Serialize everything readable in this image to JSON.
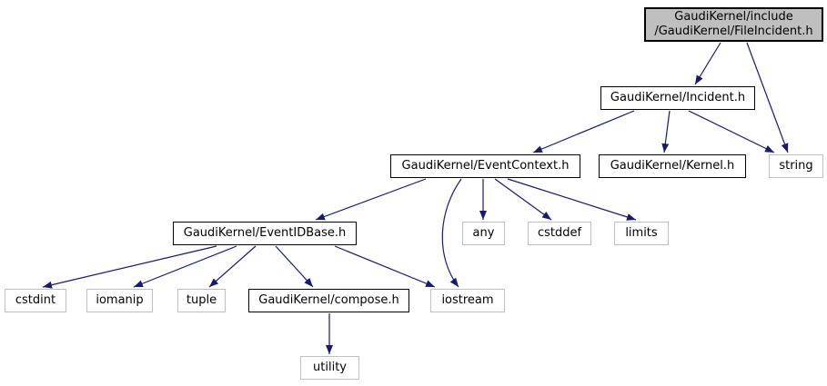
{
  "diagram": {
    "kind": "include-dependency-graph",
    "arrow_color": "#191970",
    "main_node_fill": "#bfbfbf",
    "linked_node_border": "#000000",
    "plain_node_border": "#bfbfbf"
  },
  "nodes": {
    "fileincident": {
      "label": "GaudiKernel/include\n/GaudiKernel/FileIncident.h"
    },
    "incident": {
      "label": "GaudiKernel/Incident.h"
    },
    "eventcontext": {
      "label": "GaudiKernel/EventContext.h"
    },
    "kernel": {
      "label": "GaudiKernel/Kernel.h"
    },
    "string": {
      "label": "string"
    },
    "eventidbase": {
      "label": "GaudiKernel/EventIDBase.h"
    },
    "any": {
      "label": "any"
    },
    "cstddef": {
      "label": "cstddef"
    },
    "limits": {
      "label": "limits"
    },
    "cstdint": {
      "label": "cstdint"
    },
    "iomanip": {
      "label": "iomanip"
    },
    "tuple": {
      "label": "tuple"
    },
    "compose": {
      "label": "GaudiKernel/compose.h"
    },
    "iostream": {
      "label": "iostream"
    },
    "utility": {
      "label": "utility"
    }
  },
  "edges": [
    {
      "from": "GaudiKernel/include/GaudiKernel/FileIncident.h",
      "to": "GaudiKernel/Incident.h"
    },
    {
      "from": "GaudiKernel/include/GaudiKernel/FileIncident.h",
      "to": "string"
    },
    {
      "from": "GaudiKernel/Incident.h",
      "to": "GaudiKernel/EventContext.h"
    },
    {
      "from": "GaudiKernel/Incident.h",
      "to": "GaudiKernel/Kernel.h"
    },
    {
      "from": "GaudiKernel/Incident.h",
      "to": "string"
    },
    {
      "from": "GaudiKernel/EventContext.h",
      "to": "GaudiKernel/EventIDBase.h"
    },
    {
      "from": "GaudiKernel/EventContext.h",
      "to": "any"
    },
    {
      "from": "GaudiKernel/EventContext.h",
      "to": "cstddef"
    },
    {
      "from": "GaudiKernel/EventContext.h",
      "to": "limits"
    },
    {
      "from": "GaudiKernel/EventContext.h",
      "to": "iostream"
    },
    {
      "from": "GaudiKernel/EventIDBase.h",
      "to": "cstdint"
    },
    {
      "from": "GaudiKernel/EventIDBase.h",
      "to": "iomanip"
    },
    {
      "from": "GaudiKernel/EventIDBase.h",
      "to": "tuple"
    },
    {
      "from": "GaudiKernel/EventIDBase.h",
      "to": "GaudiKernel/compose.h"
    },
    {
      "from": "GaudiKernel/EventIDBase.h",
      "to": "iostream"
    },
    {
      "from": "GaudiKernel/compose.h",
      "to": "utility"
    }
  ]
}
